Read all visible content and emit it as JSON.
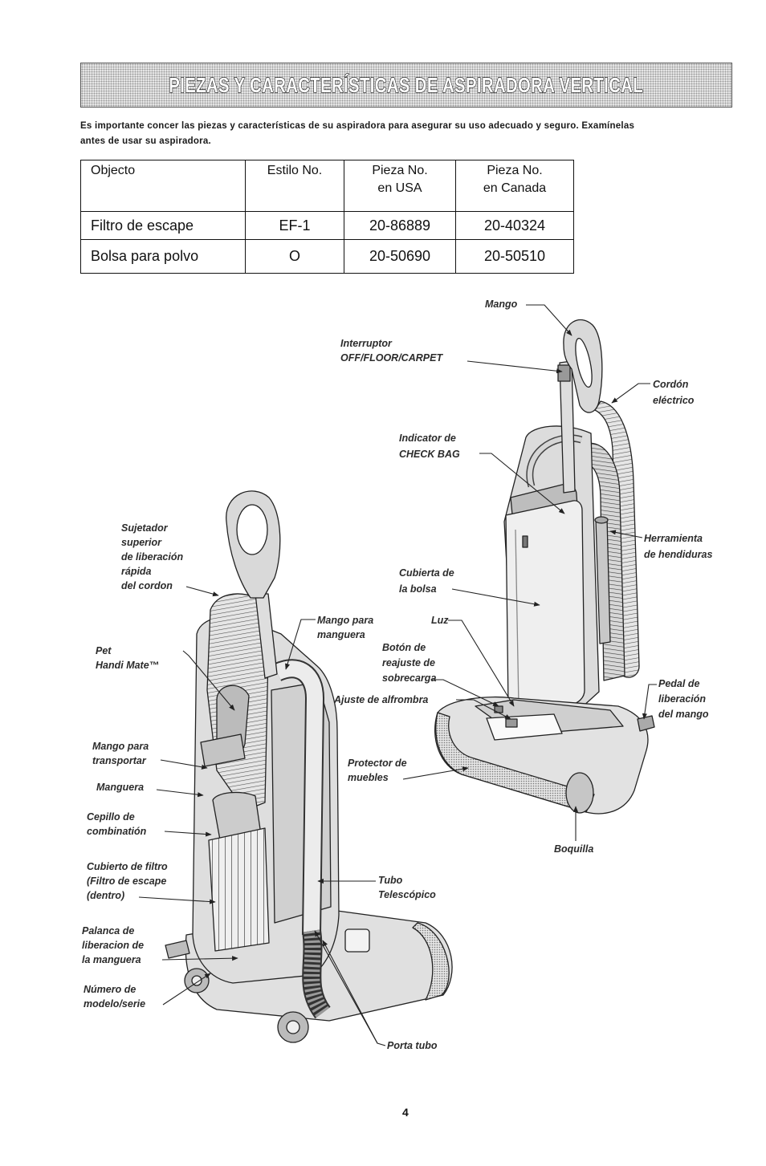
{
  "page": {
    "title": "PIEZAS Y CARACTERÍSTICAS DE ASPIRADORA VERTICAL",
    "intro_lines": [
      "Es importante concer las piezas y características de su aspiradora para asegurar su uso adecuado y seguro.  Examínelas",
      "antes de usar su aspiradora."
    ],
    "page_number": "4"
  },
  "parts_table": {
    "headers": [
      [
        "Objecto"
      ],
      [
        "Estilo No."
      ],
      [
        "Pieza No.",
        "en USA"
      ],
      [
        "Pieza No.",
        "en Canada"
      ]
    ],
    "rows": [
      [
        "Filtro de escape",
        "EF-1",
        "20-86889",
        "20-40324"
      ],
      [
        "Bolsa para polvo",
        "O",
        "20-50690",
        "20-50510"
      ]
    ]
  },
  "callouts": {
    "mango": [
      "Mango"
    ],
    "interruptor": [
      "Interruptor",
      "OFF/FLOOR/CARPET"
    ],
    "cordon": [
      "Cordón",
      "eléctrico"
    ],
    "check_bag": [
      "Indicator de",
      "CHECK BAG"
    ],
    "herramienta": [
      "Herramienta",
      "de hendiduras"
    ],
    "sujetador": [
      "Sujetador",
      "superior",
      "de liberación",
      "rápida",
      "del cordon"
    ],
    "cubierta_bolsa": [
      "Cubierta de",
      "la bolsa"
    ],
    "mango_manguera": [
      "Mango para",
      "manguera"
    ],
    "luz": [
      "Luz"
    ],
    "boton": [
      "Botón de",
      "reajuste de",
      "sobrecarga"
    ],
    "pet": [
      "Pet",
      "Handi Mate™"
    ],
    "ajuste": [
      "Ajuste de alfrombra"
    ],
    "pedal": [
      "Pedal de",
      "liberación",
      "del mango"
    ],
    "mango_transportar": [
      "Mango para",
      "transportar"
    ],
    "protector": [
      "Protector de",
      "muebles"
    ],
    "manguera": [
      "Manguera"
    ],
    "cepillo": [
      "Cepillo de",
      "combinatión"
    ],
    "boquilla": [
      "Boquilla"
    ],
    "cubierto_filtro": [
      "Cubierto de filtro",
      "(Filtro de escape",
      "(dentro)"
    ],
    "tubo": [
      "Tubo",
      "Telescópico"
    ],
    "palanca": [
      "Palanca de",
      "liberacion de",
      "la manguera"
    ],
    "numero": [
      "Número de",
      "modelo/serie"
    ],
    "porta": [
      "Porta tubo"
    ]
  }
}
